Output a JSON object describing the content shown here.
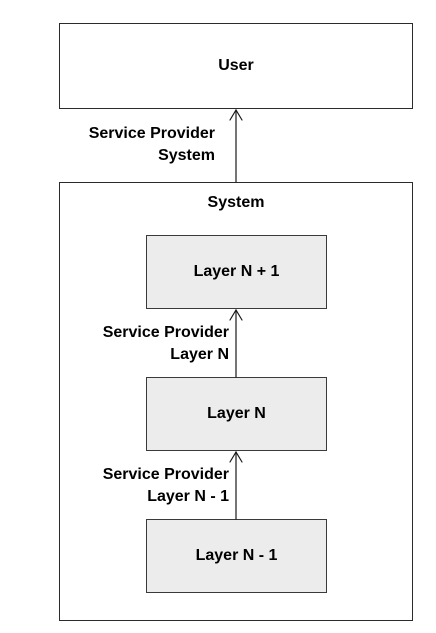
{
  "user_box": {
    "label": "User"
  },
  "system_box": {
    "title": "System"
  },
  "layers": {
    "top": "Layer N + 1",
    "middle": "Layer N",
    "bottom": "Layer N - 1"
  },
  "connectors": {
    "system_to_user": {
      "line1": "Service Provider",
      "line2": "System"
    },
    "layerN_to_layerN1": {
      "line1": "Service Provider",
      "line2": "Layer N"
    },
    "layerNminus1_to_layerN": {
      "line1": "Service Provider",
      "line2": "Layer N - 1"
    }
  }
}
